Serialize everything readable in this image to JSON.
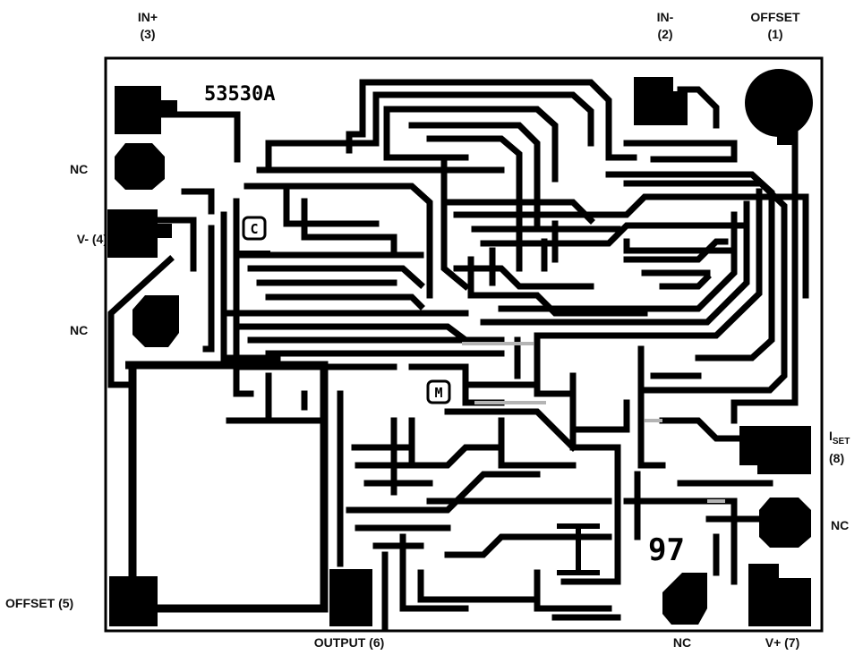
{
  "die": {
    "part_number": "53530A",
    "logo_c": "C",
    "logo_m": "M",
    "year": "97"
  },
  "pins": {
    "in_plus": {
      "line1": "IN+",
      "line2": "(3)"
    },
    "in_minus": {
      "line1": "IN-",
      "line2": "(2)"
    },
    "offset1": {
      "line1": "OFFSET",
      "line2": "(1)"
    },
    "nc_left_top": "NC",
    "v_minus": "V- (4)",
    "nc_left_mid": "NC",
    "iset": {
      "main": "I",
      "sub": "SET",
      "line2": "(8)"
    },
    "nc_right": "NC",
    "offset5": "OFFSET (5)",
    "output": "OUTPUT (6)",
    "nc_bottom": "NC",
    "v_plus": "V+ (7)"
  },
  "colors": {
    "metal": "#000000",
    "background": "#ffffff",
    "shade": "#b4b4b4"
  }
}
